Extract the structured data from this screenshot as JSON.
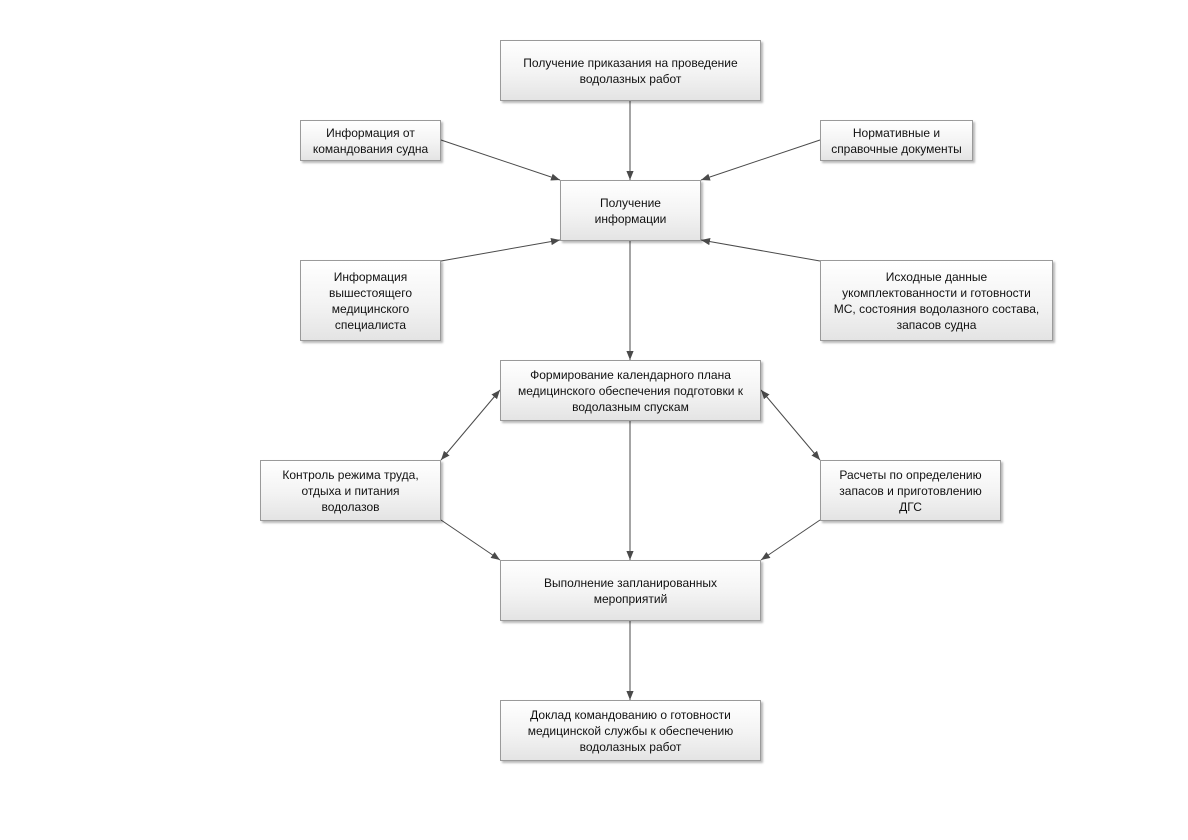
{
  "nodes": {
    "order": "Получение приказания на проведение\nводолазных работ",
    "info_command": "Информация от\nкомандования судна",
    "normative_docs": "Нормативные и\nсправочные документы",
    "get_info": "Получение\nинформации",
    "info_superior": "Информация\nвышестоящего\nмедицинского\nспециалиста",
    "initial_data": "Исходные данные\nукомплектованности и готовности\nМС, состояния водолазного состава,\nзапасов судна",
    "plan": "Формирование календарного плана\nмедицинского обеспечения подготовки к\nводолазным спускам",
    "control_regime": "Контроль режима труда,\nотдыха и питания\nводолазов",
    "calculations": "Расчеты по определению\nзапасов и приготовлению\nДГС",
    "execution": "Выполнение запланированных\nмероприятий",
    "report": "Доклад командованию о готовности\nмедицинской службы к обеспечению\nводолазных работ"
  },
  "colors": {
    "edge": "#4a4a4a",
    "border": "#9a9a9a"
  }
}
